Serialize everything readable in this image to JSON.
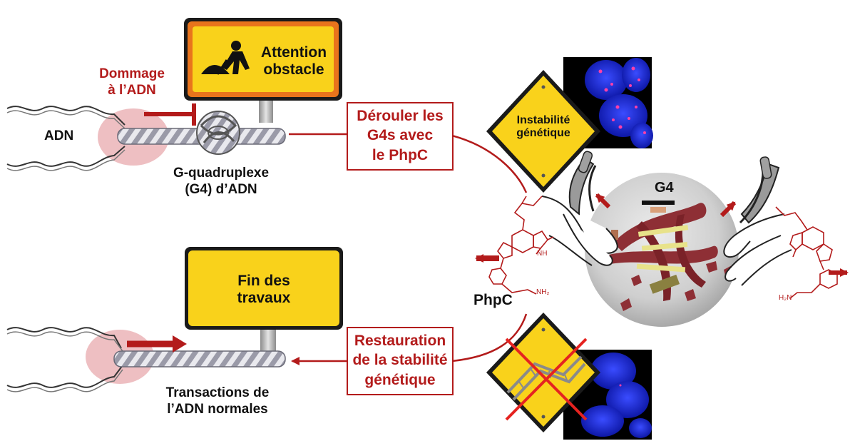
{
  "colors": {
    "accent_red": "#b31b1b",
    "sign_yellow": "#f9d21b",
    "sign_orange": "#e8741c",
    "nucleus_blue": "#1a28c9",
    "g4_ribbon": "#8e2f35",
    "damage_pink": "#e8a9ad"
  },
  "top_panel": {
    "sign": {
      "line1": "Attention",
      "line2": "obstacle",
      "icon": "construction-worker-icon"
    },
    "damage_label": {
      "line1": "Dommage",
      "line2": "à l’ADN"
    },
    "dna_label": "ADN",
    "g4_label": {
      "line1": "G-quadruplexe",
      "line2": "(G4) d’ADN"
    }
  },
  "unwind_box": {
    "line1": "Dérouler les",
    "line2": "G4s avec",
    "line3": "le PhpC"
  },
  "instability_sign": {
    "line1": "Instabilité",
    "line2": "génétique"
  },
  "g4_sphere_label": "G4",
  "phpc_label": "PhpC",
  "nh_label": "NH",
  "nh2_label": "NH₂",
  "h2n_label": "H₂N",
  "bottom_panel": {
    "sign": {
      "line1": "Fin des",
      "line2": "travaux"
    },
    "transactions_label": {
      "line1": "Transactions de",
      "line2": "l’ADN normales"
    }
  },
  "restore_box": {
    "line1": "Restauration",
    "line2": "de la stabilité",
    "line3": "génétique"
  }
}
